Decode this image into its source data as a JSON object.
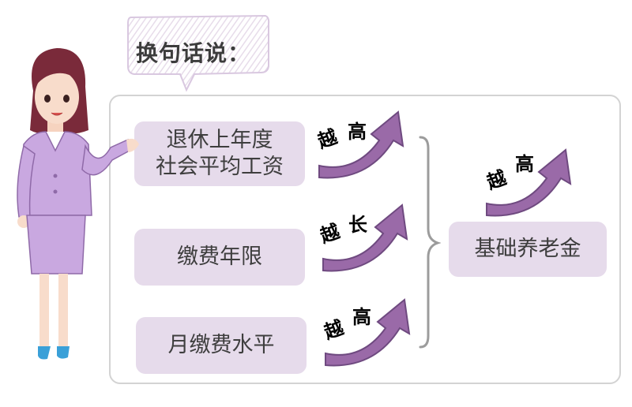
{
  "speech_bubble": {
    "text": "换句话说："
  },
  "boxes": {
    "retirement_wage": "退休上年度\n社会平均工资",
    "contribution_years": "缴费年限",
    "monthly_level": "月缴费水平",
    "pension": "基础养老金"
  },
  "arrows": [
    {
      "c1": "越",
      "c2": "高"
    },
    {
      "c1": "越",
      "c2": "长"
    },
    {
      "c1": "越",
      "c2": "高"
    },
    {
      "c1": "越",
      "c2": "高"
    }
  ],
  "colors": {
    "box_fill": "#e6dbeb",
    "arrow_fill": "#9a6aa8",
    "arrow_dark": "#6f4a80",
    "suit": "#c9a8e0"
  }
}
